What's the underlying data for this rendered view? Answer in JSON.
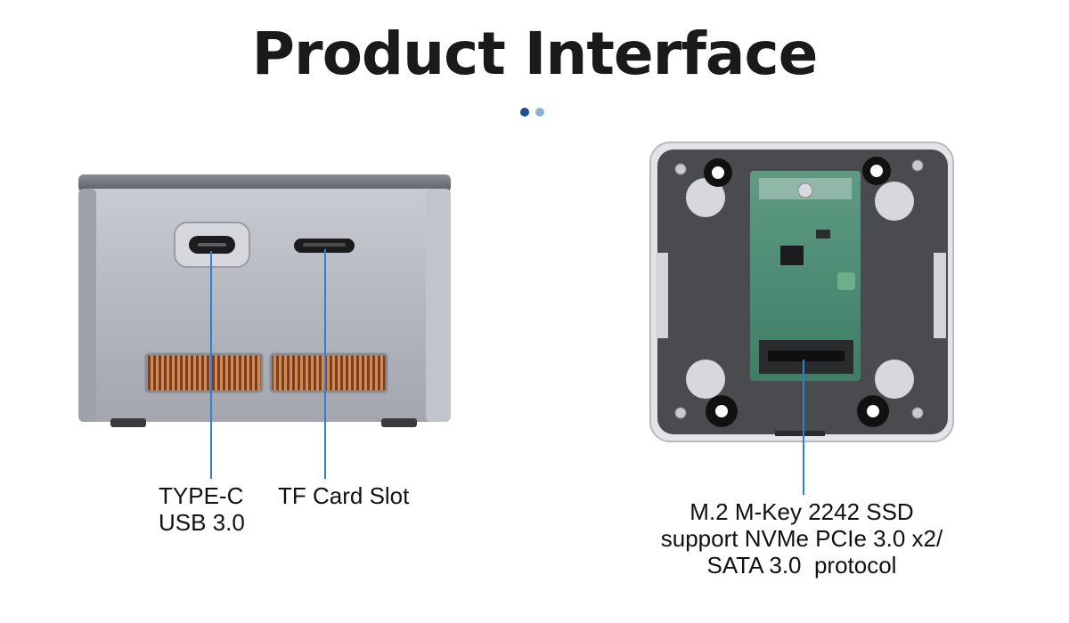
{
  "title": "Product Interface",
  "accent_colors": {
    "dot_primary": "#1f4e8c",
    "dot_secondary": "#8fb0d6",
    "callout_line": "#2f7fd8"
  },
  "icons": [
    "usb-c-port-icon",
    "tf-card-slot-icon",
    "copper-heatsink-icon",
    "m2-ssd-slot-icon"
  ],
  "callouts": {
    "typec": {
      "line1": "TYPE-C",
      "line2": "USB 3.0"
    },
    "tf": {
      "line1": "TF Card Slot"
    },
    "ssd": {
      "line1": "M.2 M-Key 2242 SSD",
      "line2": "support NVMe PCIe 3.0 x2/",
      "line3": "SATA 3.0  protocol"
    }
  }
}
